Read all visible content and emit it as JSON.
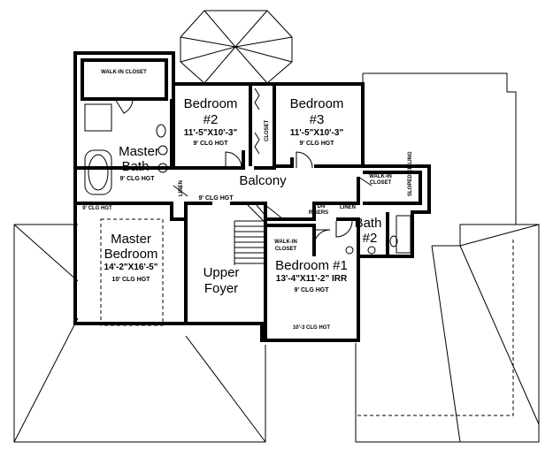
{
  "rooms": {
    "walkin_closet_top": "WALK-IN CLOSET",
    "bedroom2_title_a": "Bedroom",
    "bedroom2_title_b": "#2",
    "bedroom2_dims": "11'-5\"X10'-3\"",
    "bedroom2_clg": "9' CLG HGT",
    "closet": "CLOSET",
    "bedroom3_title_a": "Bedroom",
    "bedroom3_title_b": "#3",
    "bedroom3_dims": "11'-5\"X10'-3\"",
    "bedroom3_clg": "9' CLG HGT",
    "master_bath_a": "Master",
    "master_bath_b": "Bath",
    "master_bath_clg": "9' CLG HGT",
    "linen_left": "LINEN",
    "balcony": "Balcony",
    "balcony_clg": "9' CLG HGT",
    "walkin_closet_right": "WALK-IN CLOSET",
    "sloped_ceiling": "SLOPED CEILING",
    "master_clg_top": "9' CLG HGT",
    "dn_risers_a": "DN",
    "dn_risers_b": "RISERS",
    "linen_right": "LINEN",
    "bath2_a": "Bath",
    "bath2_b": "#2",
    "master_bed_a": "Master",
    "master_bed_b": "Bedroom",
    "master_bed_dims": "14'-2\"X16'-5\"",
    "master_bed_clg": "10' CLG HGT",
    "walkin_closet_mid": "WALK-IN CLOSET",
    "bedroom1_title": "Bedroom #1",
    "bedroom1_dims": "13'-4\"X11'-2\" IRR",
    "bedroom1_clg": "9' CLG HGT",
    "upper_foyer_a": "Upper",
    "upper_foyer_b": "Foyer",
    "bedroom1_clg_low": "10'-3 CLG HGT"
  }
}
